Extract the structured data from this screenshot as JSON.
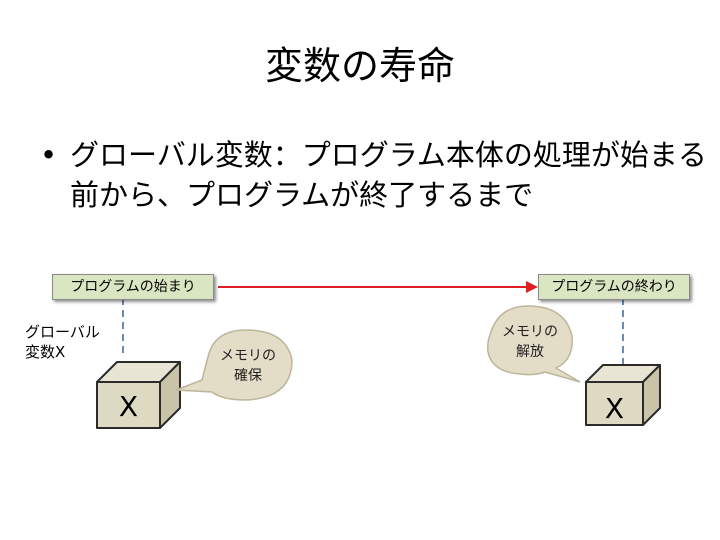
{
  "title": "変数の寿命",
  "bullet": {
    "marker": "•",
    "text": "グローバル変数：プログラム本体の処理が始まる前から、プログラムが終了するまで"
  },
  "diagram": {
    "start_label": "プログラムの始まり",
    "end_label": "プログラムの終わり",
    "variable_label": "グローバル\n変数X",
    "bubble_alloc": "メモリの\n確保",
    "bubble_free": "メモリの\n解放",
    "box_left_label": "X",
    "box_right_label": "X",
    "colors": {
      "label_fill": "#d9e6c1",
      "arrow": "#e02020",
      "cube_fill": "#ddd9c3",
      "cube_stroke": "#2b2b2b",
      "dashed": "#6a8bb0"
    }
  }
}
